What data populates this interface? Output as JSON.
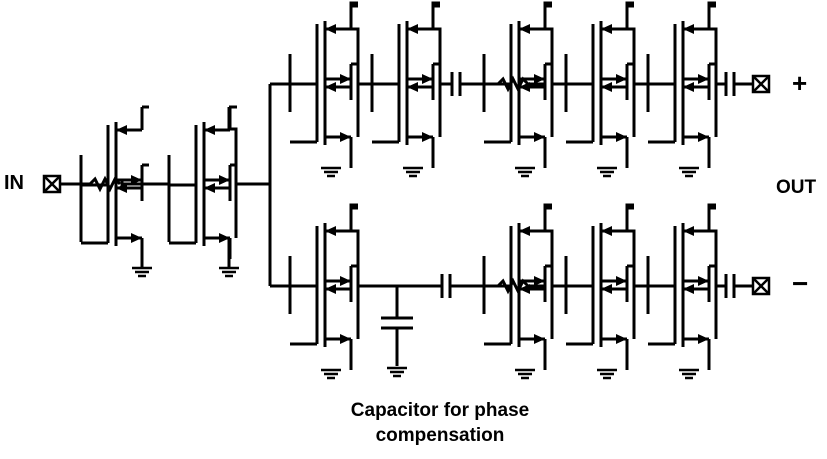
{
  "labels": {
    "input": "IN",
    "output": "OUT",
    "output_plus": "+",
    "output_minus": "−"
  },
  "caption": {
    "line1": "Capacitor for phase",
    "line2": "compensation"
  },
  "colors": {
    "wire": "#000000",
    "background": "#ffffff"
  }
}
